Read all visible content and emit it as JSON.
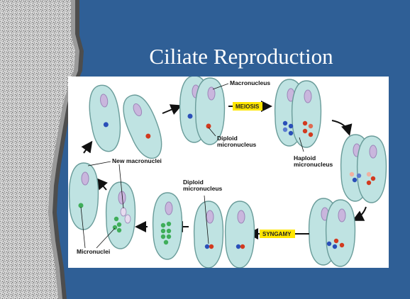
{
  "slide": {
    "title": "Ciliate Reproduction",
    "background_color": "#2f5f96",
    "figure": {
      "labels": {
        "macronucleus": "Macronucleus",
        "meiosis": "MEIOSIS",
        "diploid_micronucleus_1": "Diploid micronucleus",
        "haploid_micronucleus": "Haploid micronucleus",
        "syngamy": "SYNGAMY",
        "diploid_micronucleus_2": "Diploid micronucleus",
        "new_macronuclei": "New macronuclei",
        "micronuclei": "Micronuclei"
      },
      "colors": {
        "cell_fill": "#bfe3e2",
        "cell_outline": "#6a9c9a",
        "macronucleus": "#c9b6dd",
        "blue_nucleus": "#2a4fb8",
        "red_nucleus": "#d23a1f",
        "green_nucleus": "#3fae5a",
        "stage_box": "#ffe600"
      }
    }
  }
}
